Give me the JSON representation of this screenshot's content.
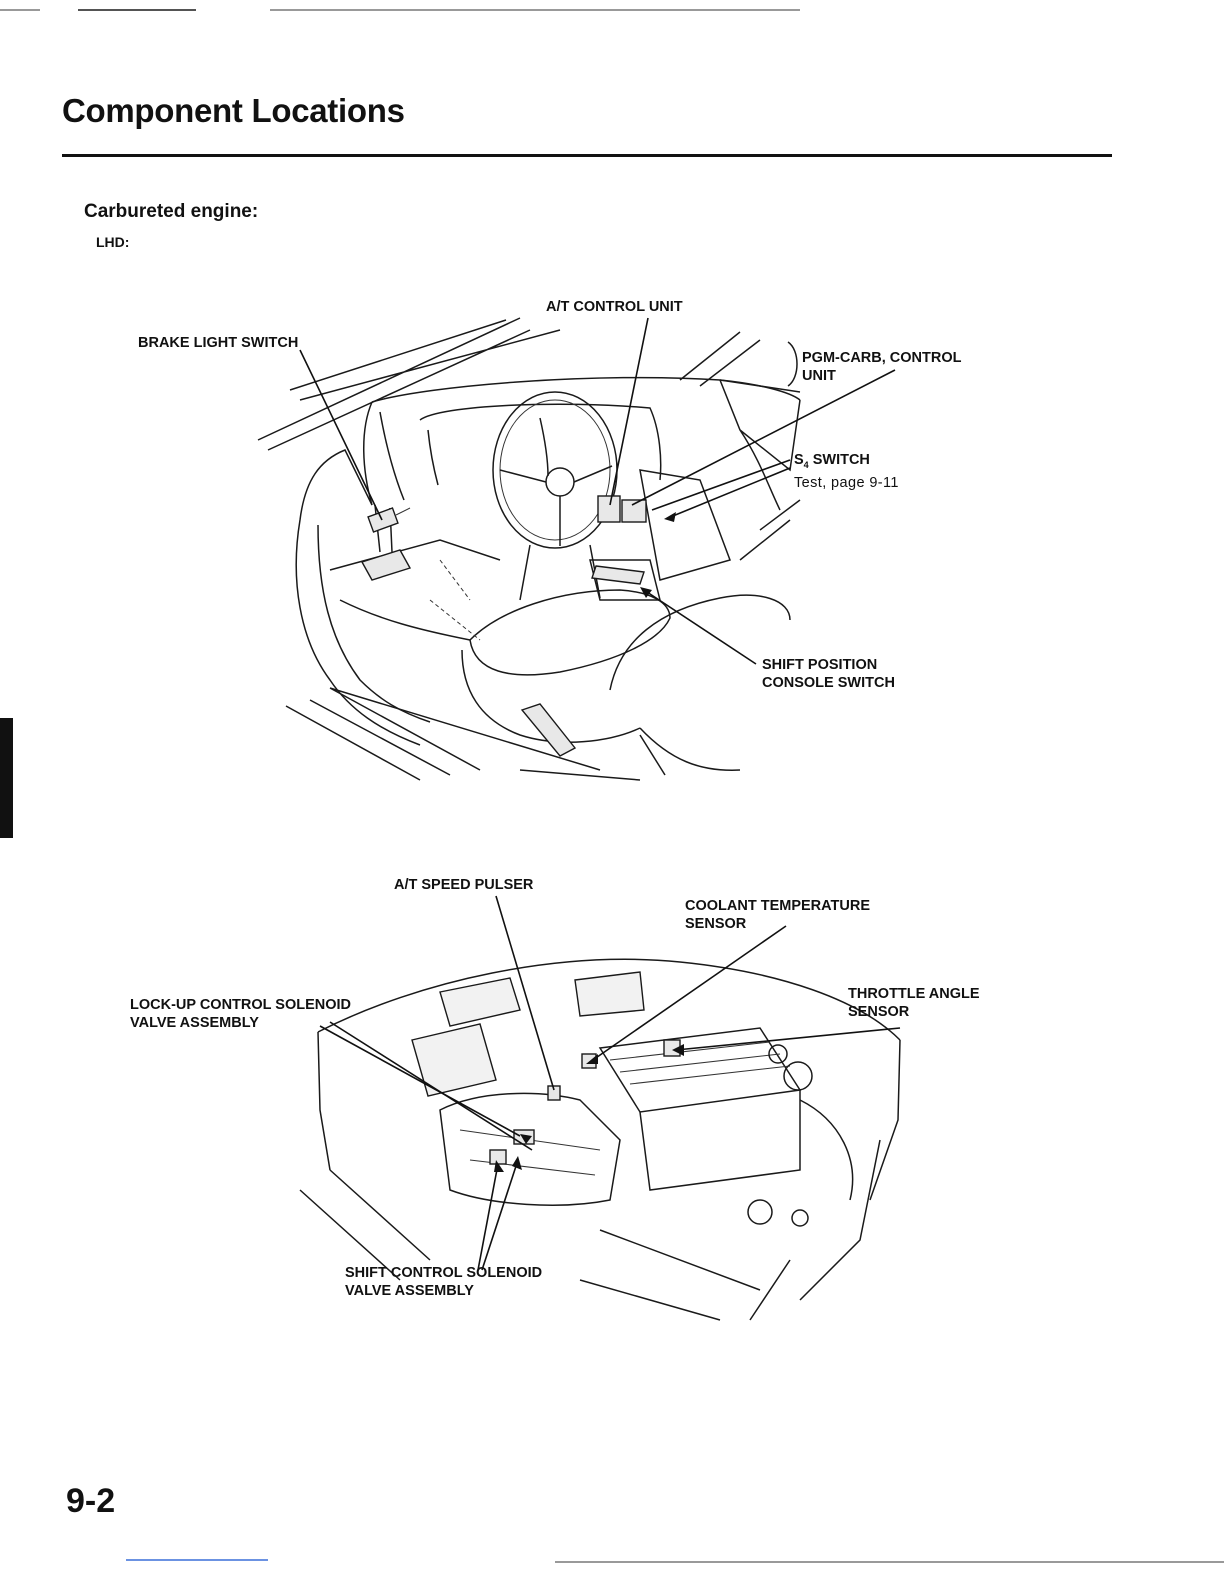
{
  "page": {
    "title": "Component Locations",
    "section": "Carbureted engine:",
    "subsection": "LHD:",
    "page_number": "9-2"
  },
  "interior_diagram": {
    "labels": {
      "brake_light_switch": "BRAKE LIGHT SWITCH",
      "at_control_unit": "A/T CONTROL UNIT",
      "pgm_carb_line1": "PGM-CARB, CONTROL",
      "pgm_carb_line2": "UNIT",
      "s4_switch_sub": "4",
      "s4_switch_main": " SWITCH",
      "s4_switch_note": "Test, page 9-11",
      "shift_position_line1": "SHIFT POSITION",
      "shift_position_line2": "CONSOLE SWITCH"
    }
  },
  "engine_diagram": {
    "labels": {
      "at_speed_pulser": "A/T SPEED PULSER",
      "coolant_line1": "COOLANT TEMPERATURE",
      "coolant_line2": "SENSOR",
      "throttle_line1": "THROTTLE ANGLE",
      "throttle_line2": "SENSOR",
      "lockup_line1": "LOCK-UP CONTROL SOLENOID",
      "lockup_line2": "VALVE ASSEMBLY",
      "shift_control_line1": "SHIFT CONTROL SOLENOID",
      "shift_control_line2": "VALVE ASSEMBLY"
    }
  }
}
